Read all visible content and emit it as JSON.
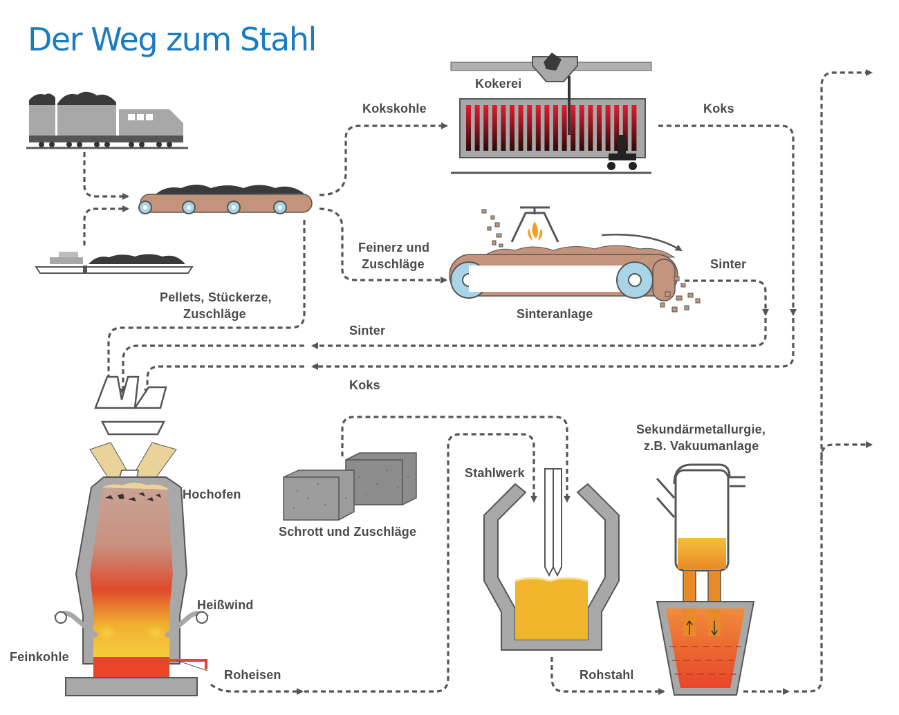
{
  "title": "Der Weg zum Stahl",
  "labels": {
    "kokerei": "Kokerei",
    "kokskohle": "Kokskohle",
    "koks_top": "Koks",
    "feinerz_1": "Feinerz und",
    "feinerz_2": "Zuschläge",
    "sinter_right": "Sinter",
    "sinteranlage": "Sinteranlage",
    "pellets_1": "Pellets, Stückerze,",
    "pellets_2": "Zuschläge",
    "sinter_mid": "Sinter",
    "koks_mid": "Koks",
    "hochofen": "Hochofen",
    "heisswind": "Heißwind",
    "feinkohle": "Feinkohle",
    "roheisen": "Roheisen",
    "schrott": "Schrott und Zuschläge",
    "stahlwerk": "Stahlwerk",
    "rohstahl": "Rohstahl",
    "sekundaer_1": "Sekundärmetallurgie,",
    "sekundaer_2": "z.B. Vakuumanlage"
  },
  "colors": {
    "title": "#1a7bbf",
    "arrow": "#555555",
    "machine_gray": "#a8a8a8",
    "roller_blue": "#a9d3e6",
    "ore_brown": "#c4937c",
    "coal": "#3a3a3a",
    "furnace_top": "#c89a8a",
    "furnace_hot": "#e8452a",
    "molten_yellow": "#f5c832",
    "steel_orange": "#e8a030",
    "coke_red": "#c01020"
  }
}
